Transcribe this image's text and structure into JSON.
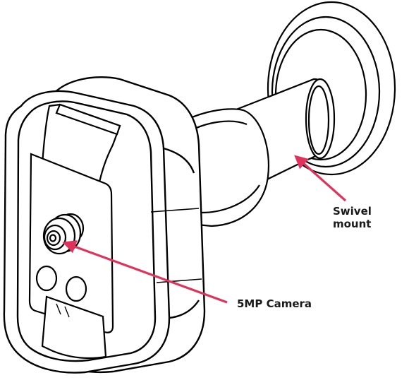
{
  "diagram": {
    "callouts": [
      {
        "id": "swivel",
        "lines": [
          "Swivel",
          "mount"
        ]
      },
      {
        "id": "camera",
        "lines": [
          "5MP Camera"
        ]
      }
    ],
    "colors": {
      "line": "#000000",
      "fill": "#ffffff",
      "arrow": "#e0325a",
      "label": "#1a1a1a"
    }
  }
}
